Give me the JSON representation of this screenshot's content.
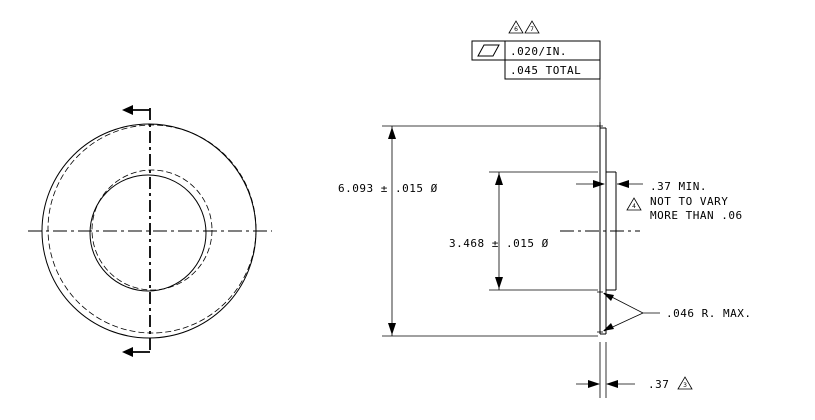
{
  "flag_notes": [
    "6",
    "7"
  ],
  "control_frame": {
    "symbol": "flatness-icon",
    "per_unit": ".020/IN.",
    "total": ".045 TOTAL"
  },
  "dimensions": {
    "outer_dia": "6.093 ± .015 Ø",
    "inner_dia": "3.468 ± .015 Ø",
    "step_min": ".37 MIN.",
    "step_note_number": "4",
    "step_note_line1": "NOT TO VARY",
    "step_note_line2": "MORE THAN .06",
    "radius": ".046 R. MAX.",
    "thickness": ".37",
    "thickness_note_number": "3"
  }
}
